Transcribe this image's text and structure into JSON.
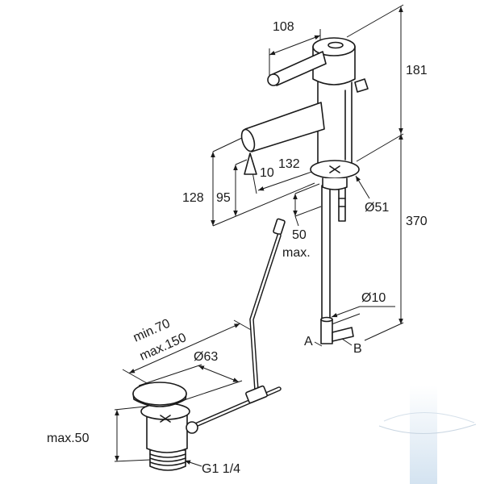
{
  "colors": {
    "line": "#1a1a1a",
    "background": "#ffffff",
    "watermark": "#cfe0ef"
  },
  "faucet": {
    "projection": "108",
    "upper_height": "181",
    "lower_height": "370",
    "reach": "132",
    "jet": "10",
    "spout_height": "128",
    "aerator_height": "95",
    "base_diameter": "Ø51",
    "deck_thickness": "50",
    "deck_thickness_qualifier": "max.",
    "rod_diameter": "Ø10",
    "connection_a": "A",
    "connection_b": "B"
  },
  "drain": {
    "rod_distance_min": "min.70",
    "rod_distance_max": "max.150",
    "plug_diameter": "Ø63",
    "height": "max.50",
    "thread": "G1 1/4"
  }
}
